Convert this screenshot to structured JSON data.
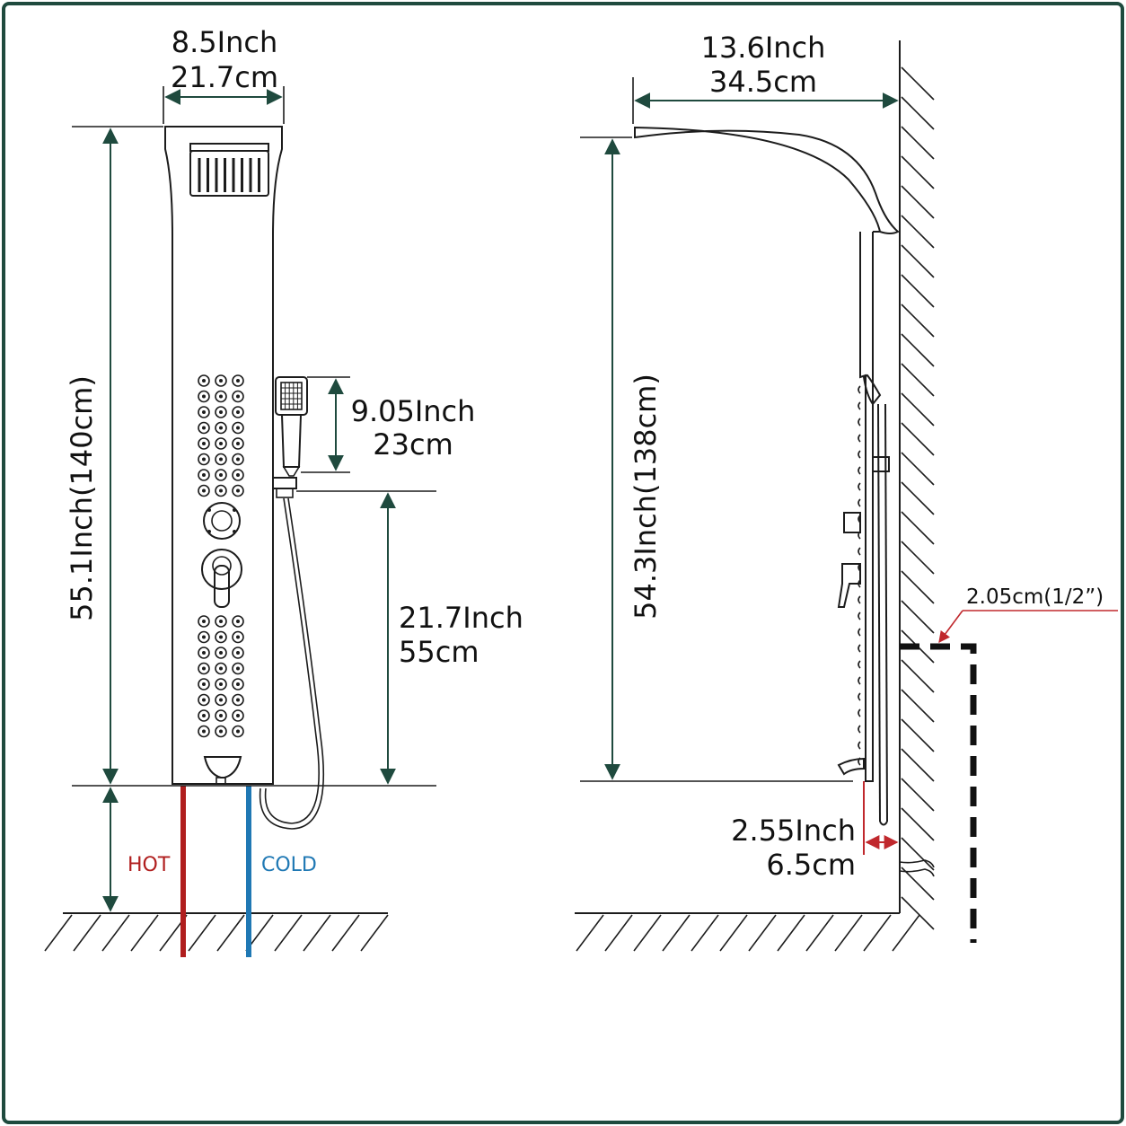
{
  "front_view": {
    "width_inch": "8.5Inch",
    "width_cm": "21.7cm",
    "height": "55.1Inch(140cm)",
    "handheld_inch": "9.05Inch",
    "handheld_cm": "23cm",
    "outlet_inch": "21.7Inch",
    "outlet_cm": "55cm",
    "hot_label": "HOT",
    "cold_label": "COLD"
  },
  "side_view": {
    "reach_inch": "13.6Inch",
    "reach_cm": "34.5cm",
    "height": "54.3Inch(138cm)",
    "depth_inch": "2.55Inch",
    "depth_cm": "6.5cm",
    "pipe_label": "2.05cm(1/2”)"
  },
  "colors": {
    "frame": "#1f4a3e",
    "dimension": "#1f4a3e",
    "hot": "#b01e1e",
    "cold": "#1f78b4",
    "callout": "#c0282d"
  }
}
